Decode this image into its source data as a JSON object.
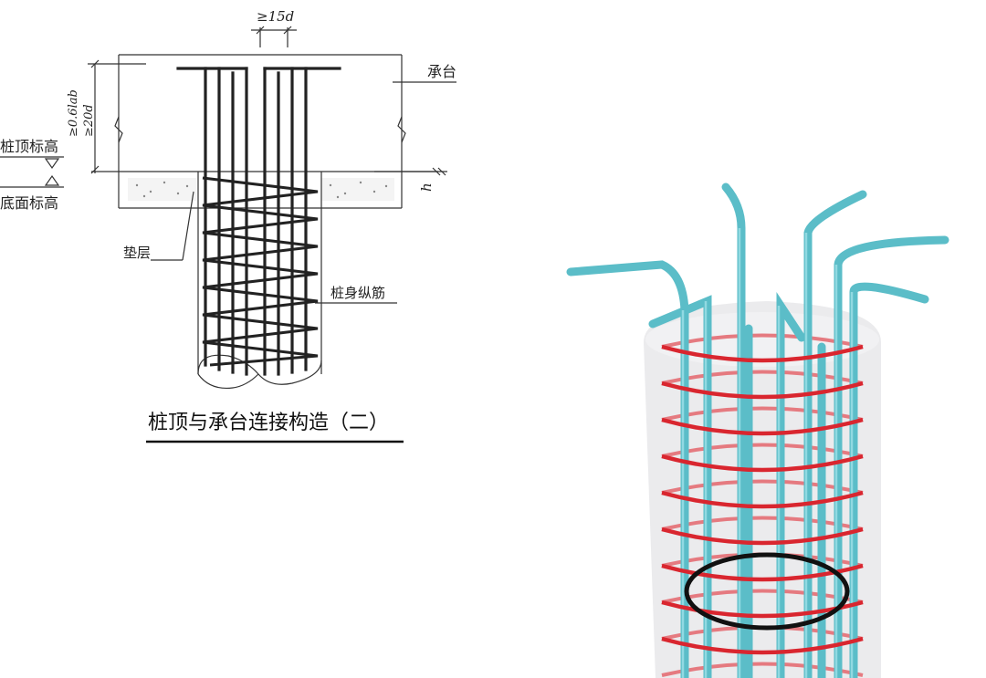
{
  "drawing": {
    "dim_top": "≥15d",
    "dim_anchor_1": "≥0.6lab",
    "dim_anchor_2": "≥20d",
    "label_cap": "承台",
    "label_pile_top": "桩顶标高",
    "label_bottom": "底面标高",
    "label_cushion": "垫层",
    "label_longitudinal": "桩身纵筋",
    "label_h": "h",
    "caption": "桩顶与承台连接构造（二）"
  },
  "colors": {
    "line": "#222222",
    "rebar": "#5bbdc8",
    "spiral": "#d9262f",
    "ring": "#111111",
    "pile_body": "#e8e8ea"
  },
  "icons": [
    "rebar-3d-model"
  ]
}
